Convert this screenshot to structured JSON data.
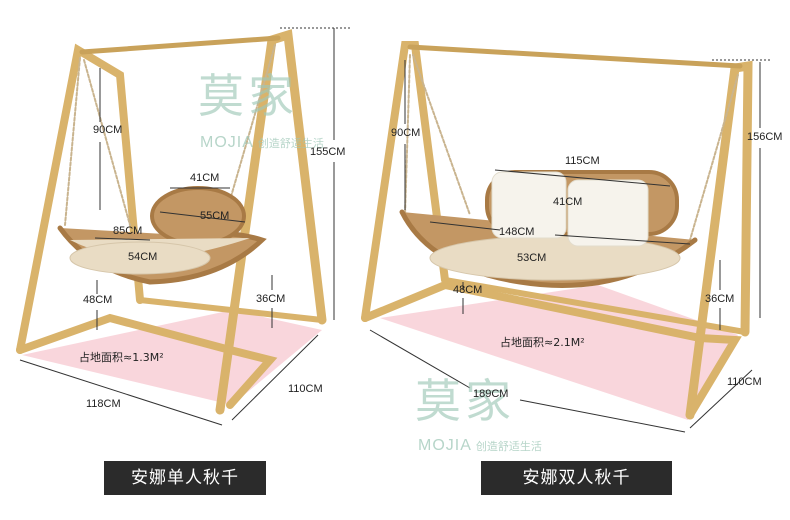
{
  "watermarks": [
    {
      "cn": "莫家",
      "en": "MOJIA",
      "sub": "创造舒适生活"
    },
    {
      "cn": "莫家",
      "en": "MOJIA",
      "sub": "创造舒适生活"
    }
  ],
  "single": {
    "name": "安娜单人秋千",
    "dims": {
      "rope": "90CM",
      "height": "155CM",
      "back": "41CM",
      "seat_width": "55CM",
      "seat_depth": "85CM",
      "cushion": "54CM",
      "seat_height": "48CM",
      "base_height": "36CM",
      "width": "118CM",
      "depth": "110CM"
    },
    "area": "占地面积≈1.3M²"
  },
  "double": {
    "name": "安娜双人秋千",
    "dims": {
      "rope": "90CM",
      "width_top": "115CM",
      "height": "156CM",
      "back": "41CM",
      "seat_width": "148CM",
      "cushion": "53CM",
      "seat_height": "48CM",
      "base_height": "36CM",
      "width": "189CM",
      "depth": "110CM"
    },
    "area": "占地面积≈2.1M²"
  },
  "colors": {
    "frame": "#d9b36b",
    "frame_dark": "#b98f45",
    "rattan": "#a87a45",
    "cushion": "#e9dcc4",
    "pillow": "#f6f3ec",
    "floor": "#f8cfd6",
    "label_bg": "#2b2b2b"
  }
}
